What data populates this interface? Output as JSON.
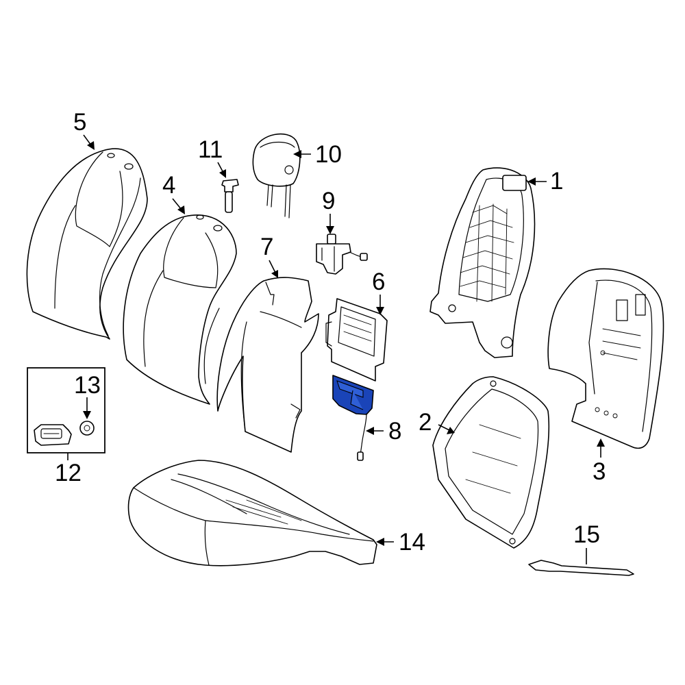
{
  "callouts": {
    "c1": "1",
    "c2": "2",
    "c3": "3",
    "c4": "4",
    "c5": "5",
    "c6": "6",
    "c7": "7",
    "c8": "8",
    "c9": "9",
    "c10": "10",
    "c11": "11",
    "c12": "12",
    "c13": "13",
    "c14": "14",
    "c15": "15"
  },
  "highlight_color": "#1a44b8",
  "highlighted_part": "8"
}
